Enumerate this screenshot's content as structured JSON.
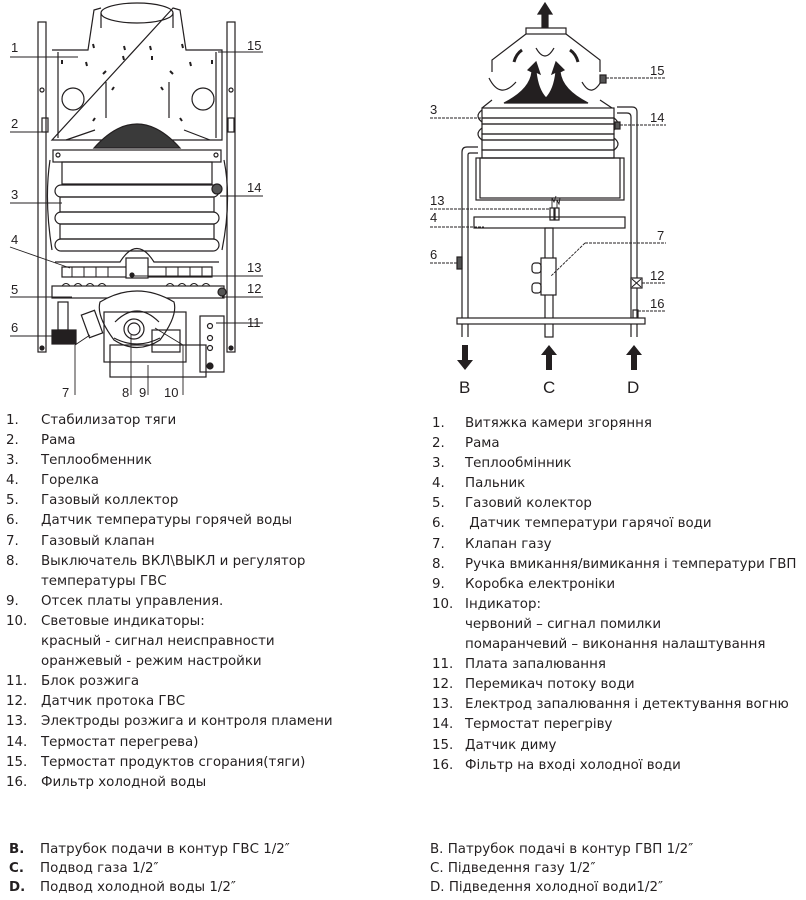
{
  "diagram_left": {
    "callouts": [
      "1",
      "2",
      "3",
      "4",
      "5",
      "6",
      "7",
      "8",
      "9",
      "10",
      "11",
      "12",
      "13",
      "14",
      "15"
    ]
  },
  "diagram_right": {
    "callouts": [
      "3",
      "4",
      "6",
      "7",
      "12",
      "13",
      "14",
      "15",
      "16"
    ],
    "ports": [
      "B",
      "C",
      "D"
    ]
  },
  "legend_ru": {
    "items": [
      {
        "num": "1.",
        "text": "Стабилизатор тяги"
      },
      {
        "num": "2.",
        "text": "Рама"
      },
      {
        "num": "3.",
        "text": "Теплообменник"
      },
      {
        "num": "4.",
        "text": "Горелка"
      },
      {
        "num": "5.",
        "text": "Газовый коллектор"
      },
      {
        "num": "6.",
        "text": "Датчик температуры горячей воды"
      },
      {
        "num": "7.",
        "text": "Газовый клапан"
      },
      {
        "num": "8.",
        "text": "Выключатель ВКЛ\\ВЫКЛ и регулятор",
        "cont": "температуры ГВС"
      },
      {
        "num": "9.",
        "text": "Отсек платы управления."
      },
      {
        "num": "10.",
        "text": "Световые индикаторы:",
        "cont": "красный -  сигнал неисправности",
        "cont2": "оранжевый - режим настройки"
      },
      {
        "num": "11.",
        "text": "Блок розжига"
      },
      {
        "num": "12.",
        "text": "Датчик протока ГВС"
      },
      {
        "num": "13.",
        "text": "Электроды розжига и контроля пламени"
      },
      {
        "num": "14.",
        "text": "Термостат перегрева)"
      },
      {
        "num": "15.",
        "text": "Термостат продуктов сгорания(тяги)"
      },
      {
        "num": "16.",
        "text": "Фильтр холодной воды"
      }
    ],
    "connections": [
      {
        "letter": "B.",
        "text": "Патрубок подачи в контур ГВС 1/2″"
      },
      {
        "letter": "C.",
        "text": "Подвод газа 1/2″"
      },
      {
        "letter": "D.",
        "text": "Подвод холодной воды 1/2″"
      }
    ]
  },
  "legend_uk": {
    "items": [
      {
        "num": "1.",
        "text": "Витяжка камери згоряння"
      },
      {
        "num": "2.",
        "text": "Рама"
      },
      {
        "num": "3.",
        "text": "Теплообмінник"
      },
      {
        "num": "4.",
        "text": "Пальник"
      },
      {
        "num": "5.",
        "text": "Газовий колектор"
      },
      {
        "num": "6.",
        "text": " Датчик температури гарячої води"
      },
      {
        "num": "7.",
        "text": "Клапан газу"
      },
      {
        "num": "8.",
        "text": "Ручка вмикання/вимикання і температури ГВП"
      },
      {
        "num": "9.",
        "text": "Коробка електроніки"
      },
      {
        "num": "10.",
        "text": "Індикатор:",
        "cont": "червоний – сигнал помилки",
        "cont2": "помаранчевий – виконання налаштування"
      },
      {
        "num": "11.",
        "text": "Плата запалювання"
      },
      {
        "num": "12.",
        "text": "Перемикач потоку води"
      },
      {
        "num": "13.",
        "text": "Електрод запалювання і детектування вогню"
      },
      {
        "num": "14.",
        "text": "Термостат перегріву"
      },
      {
        "num": "15.",
        "text": "Датчик диму"
      },
      {
        "num": "16.",
        "text": "Фільтр на вході холодної води"
      }
    ],
    "connections": [
      "B. Патрубок подачі в контур ГВП 1/2″",
      "C. Підведення газу 1/2″",
      "D. Підведення холодної води1/2″"
    ]
  }
}
